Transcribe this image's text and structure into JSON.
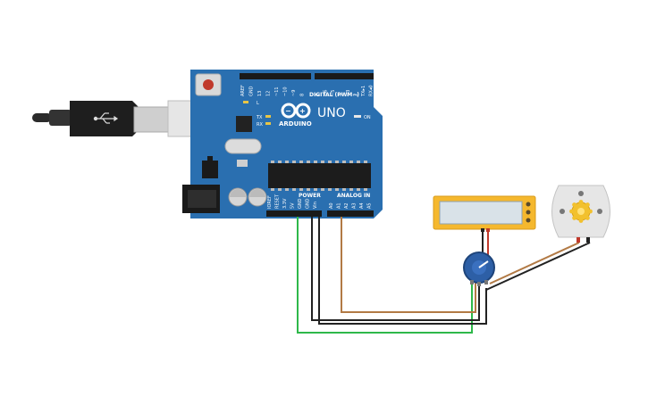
{
  "board": {
    "brand": "ARDUINO",
    "model": "UNO",
    "digital_header": "DIGITAL (PWM~)",
    "power_header": "POWER",
    "analog_header": "ANALOG IN",
    "on_label": "ON",
    "led_l": "L",
    "led_tx": "TX",
    "led_rx": "RX",
    "digital_pins": [
      "AREF",
      "GND",
      "13",
      "12",
      "~11",
      "~10",
      "~9",
      "8",
      "7",
      "~6",
      "~5",
      "4",
      "~3",
      "2",
      "TX▸1",
      "RX◂0"
    ],
    "power_pins": [
      "IOREF",
      "RESET",
      "3.3V",
      "5V",
      "GND",
      "GND",
      "Vin"
    ],
    "analog_pins": [
      "A0",
      "A1",
      "A2",
      "A3",
      "A4",
      "A5"
    ]
  },
  "colors": {
    "board": "#2a6fb0",
    "board_dark": "#1f5a93",
    "lcd_frame": "#f5b82e",
    "lcd_screen": "#d9e2e8",
    "pot_knob": "#2d5fa6",
    "motor_body": "#e6e6e6",
    "motor_gear": "#f2c12e",
    "wire_green": "#2eb84a",
    "wire_black": "#222222",
    "wire_brown": "#b27a45",
    "usb_cable": "#2b2b2b"
  },
  "components": [
    {
      "type": "arduino-uno",
      "icon": "arduino-board-icon"
    },
    {
      "type": "usb-cable",
      "icon": "usb-plug-icon"
    },
    {
      "type": "lcd-display",
      "icon": "lcd-icon"
    },
    {
      "type": "potentiometer",
      "icon": "knob-icon"
    },
    {
      "type": "dc-motor",
      "icon": "motor-icon"
    }
  ]
}
